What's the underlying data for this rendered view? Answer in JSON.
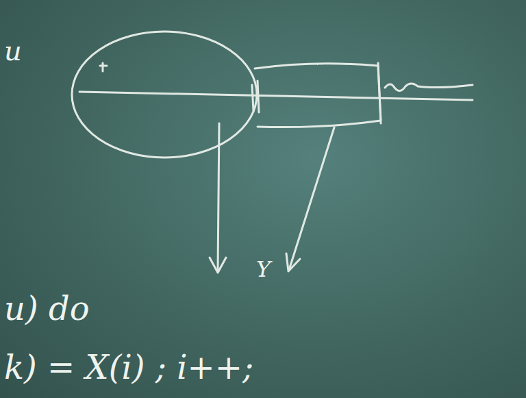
{
  "diagram": {
    "labels": [
      "u",
      "Y",
      "u) do",
      "k) = X(i) ; i++;"
    ]
  }
}
